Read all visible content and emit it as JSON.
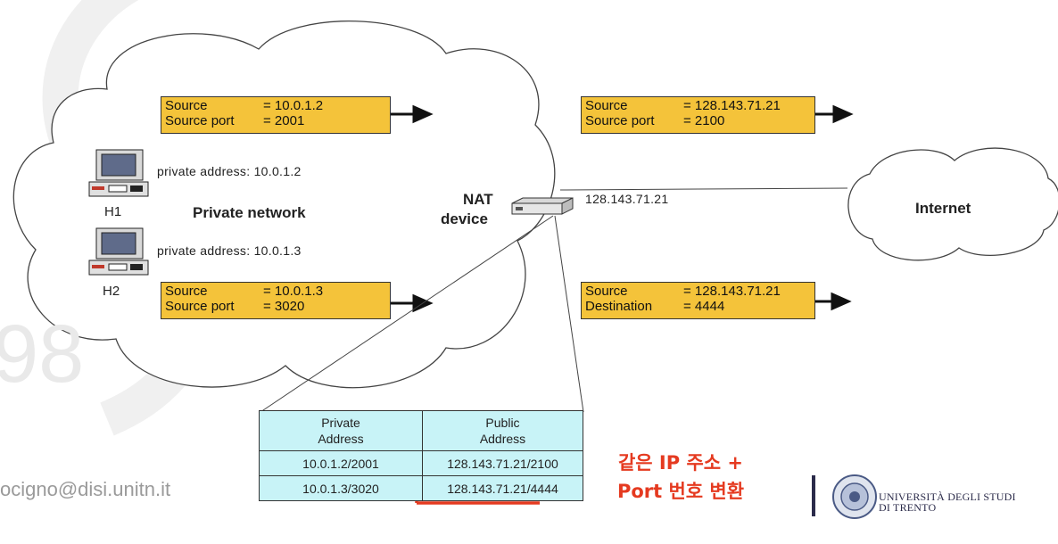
{
  "packets": {
    "h1_out": {
      "source_label": "Source",
      "source_value": "= 10.0.1.2",
      "port_label": "Source port",
      "port_value": "= 2001"
    },
    "h2_out": {
      "source_label": "Source",
      "source_value": "= 10.0.1.3",
      "port_label": "Source port",
      "port_value": "= 3020"
    },
    "pub_out_1": {
      "source_label": "Source",
      "source_value": "= 128.143.71.21",
      "port_label": "Source port",
      "port_value": "= 2100"
    },
    "pub_out_2": {
      "source_label": "Source",
      "source_value": "= 128.143.71.21",
      "port_label": "Destination",
      "port_value": "= 4444"
    }
  },
  "hosts": {
    "h1": {
      "name": "H1",
      "address": "private address:  10.0.1.2"
    },
    "h2": {
      "name": "H2",
      "address": "private address:  10.0.1.3"
    }
  },
  "private_network_label": "Private network",
  "nat_device": {
    "line1": "NAT",
    "line2": "device",
    "public_ip": "128.143.71.21"
  },
  "internet_label": "Internet",
  "nat_table": {
    "headers": [
      "Private\nAddress",
      "Public\nAddress"
    ],
    "rows": [
      [
        "10.0.1.2/2001",
        "128.143.71.21/2100"
      ],
      [
        "10.0.1.3/3020",
        "128.143.71.21/4444"
      ]
    ]
  },
  "annotation": {
    "line1": "같은 IP 주소 +",
    "line2": "Port 번호 변환",
    "color": "#e53a20"
  },
  "footer": {
    "email": "ocigno@disi.unitn.it",
    "university_line1": "UNIVERSITÀ DEGLI STUDI",
    "university_line2": "DI TRENTO"
  },
  "watermark_number": "98",
  "colors": {
    "packet_fill": "#f4c33a",
    "table_fill": "#c8f3f7",
    "accent": "#e53a20"
  }
}
